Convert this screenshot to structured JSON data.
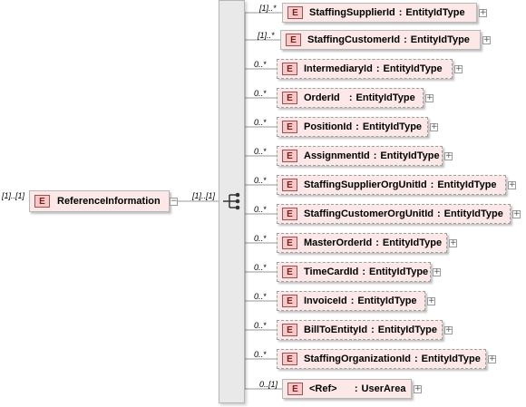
{
  "root": {
    "tag": "E",
    "name": "ReferenceInformation",
    "cardinality": "[1]..[1]",
    "link_cardinality": "[1]..[1]",
    "collapse_symbol": "−"
  },
  "expand_symbol": "+",
  "children": [
    {
      "tag": "E",
      "name": "StaffingSupplierId",
      "sep": ":",
      "type": "EntityIdType",
      "cardinality": "[1]..*",
      "optional": false
    },
    {
      "tag": "E",
      "name": "StaffingCustomerId",
      "sep": ":",
      "type": "EntityIdType",
      "cardinality": "[1]..*",
      "optional": false
    },
    {
      "tag": "E",
      "name": "IntermediaryId",
      "sep": ":",
      "type": "EntityIdType",
      "cardinality": "0..*",
      "optional": true
    },
    {
      "tag": "E",
      "name": "OrderId  ",
      "sep": ":",
      "type": "EntityIdType",
      "cardinality": "0..*",
      "optional": true
    },
    {
      "tag": "E",
      "name": "PositionId",
      "sep": ":",
      "type": "EntityIdType",
      "cardinality": "0..*",
      "optional": true
    },
    {
      "tag": "E",
      "name": "AssignmentId",
      "sep": ":",
      "type": "EntityIdType",
      "cardinality": "0..*",
      "optional": true
    },
    {
      "tag": "E",
      "name": "StaffingSupplierOrgUnitId",
      "sep": ":",
      "type": "EntityIdType",
      "cardinality": "0..*",
      "optional": true
    },
    {
      "tag": "E",
      "name": "StaffingCustomerOrgUnitId",
      "sep": ":",
      "type": "EntityIdType",
      "cardinality": "0..*",
      "optional": true
    },
    {
      "tag": "E",
      "name": "MasterOrderId",
      "sep": ":",
      "type": "EntityIdType",
      "cardinality": "0..*",
      "optional": true
    },
    {
      "tag": "E",
      "name": "TimeCardId",
      "sep": ":",
      "type": "EntityIdType",
      "cardinality": "0..*",
      "optional": true
    },
    {
      "tag": "E",
      "name": "InvoiceId",
      "sep": ":",
      "type": "EntityIdType",
      "cardinality": "0..*",
      "optional": true
    },
    {
      "tag": "E",
      "name": "BillToEntityId",
      "sep": ":",
      "type": "EntityIdType",
      "cardinality": "0..*",
      "optional": true
    },
    {
      "tag": "E",
      "name": "StaffingOrganizationId",
      "sep": ":",
      "type": "EntityIdType",
      "cardinality": "0..*",
      "optional": true
    },
    {
      "tag": "E",
      "name": "<Ref>     ",
      "sep": ":",
      "type": "UserArea",
      "cardinality": "0..[1]",
      "optional": false
    }
  ]
}
